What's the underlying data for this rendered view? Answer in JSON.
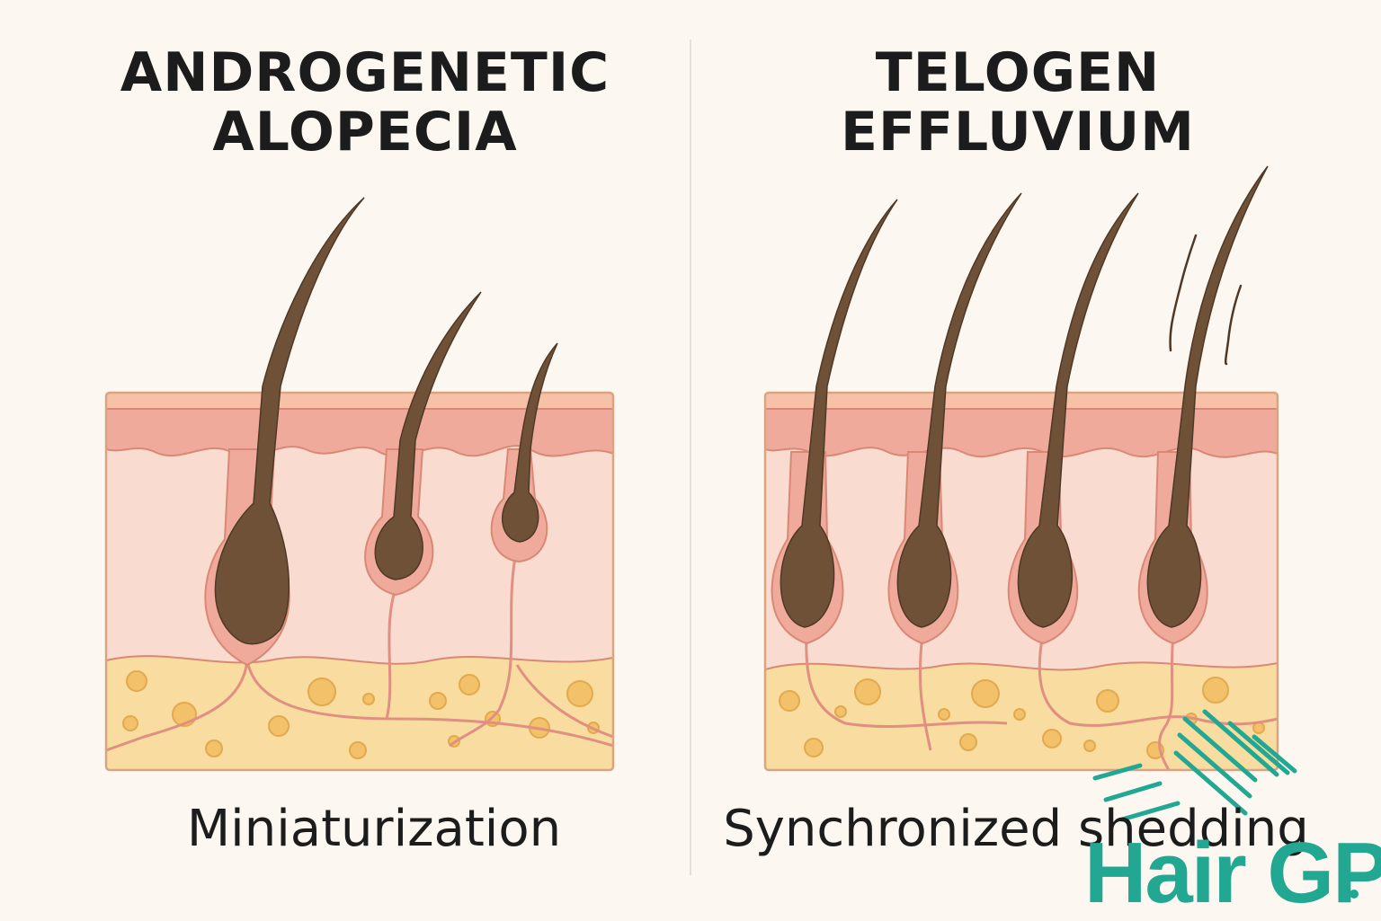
{
  "left_panel": {
    "title_line1": "ANDROGENETIC",
    "title_line2": "ALOPECIA",
    "caption": "Miniaturization"
  },
  "right_panel": {
    "title_line1": "TELOGEN",
    "title_line2": "EFFLUVIUM",
    "caption": "Synchronized shedding"
  },
  "logo": {
    "text": "Hair GP",
    "color": "#22a892"
  },
  "colors": {
    "background": "#fcf8f1",
    "epidermis": "#f0aa9c",
    "dermis": "#f9dccf",
    "fat": "#f8dca0",
    "fat_cell": "#f3c169",
    "hair": "#6f5138",
    "outline": "#d98876"
  }
}
